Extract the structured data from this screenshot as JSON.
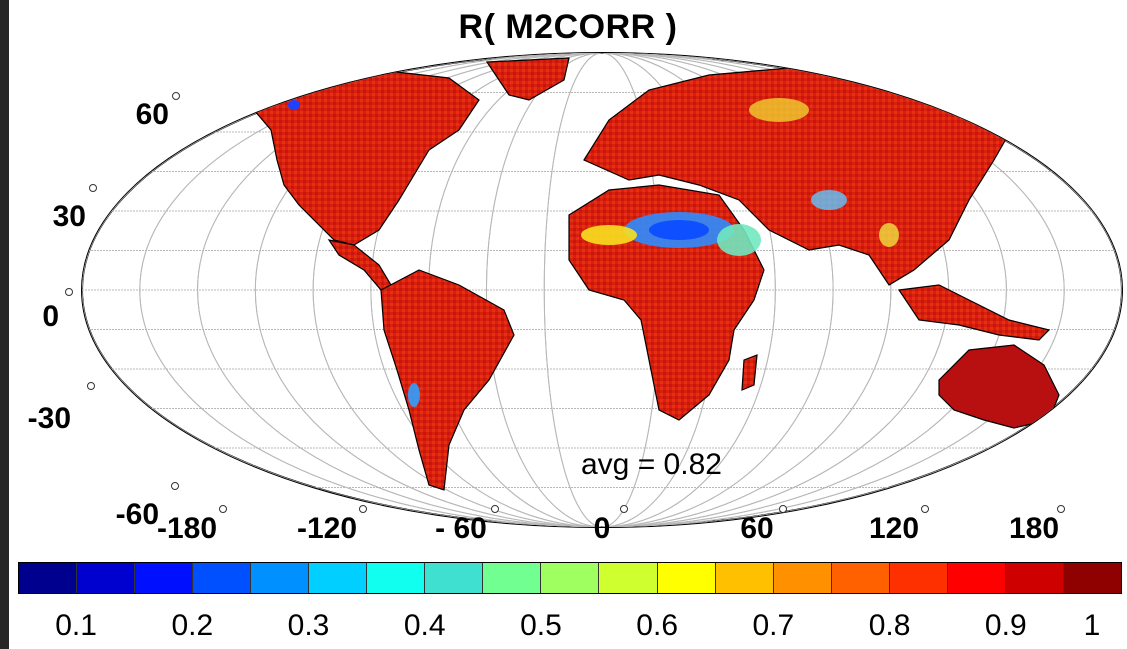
{
  "title": "R( M2CORR )",
  "annotation": "avg = 0.82",
  "latitude_labels": [
    "60",
    "30",
    "0",
    "-30",
    "-60"
  ],
  "longitude_labels": [
    "-180",
    "-120",
    "- 60",
    "0",
    "60",
    "120",
    "180"
  ],
  "colorbar": {
    "min": 0.05,
    "max": 1.0,
    "tick_labels": [
      "0.1",
      "0.2",
      "0.3",
      "0.4",
      "0.5",
      "0.6",
      "0.7",
      "0.8",
      "0.9",
      "1"
    ],
    "colors": [
      "#00008f",
      "#0000cf",
      "#0010ff",
      "#0050ff",
      "#0090ff",
      "#00cfff",
      "#10ffef",
      "#40e0d0",
      "#70ff90",
      "#a0ff60",
      "#d0ff30",
      "#ffff00",
      "#ffc000",
      "#ff9000",
      "#ff6000",
      "#ff3000",
      "#ff0000",
      "#cf0000",
      "#8f0000"
    ]
  },
  "map_colors": {
    "land_dominant": "#d81e0f",
    "land_dark": "#a80c0c",
    "low_values": "#1e78ff",
    "mid_values": "#70e8c0",
    "grid": "#b8b8b8",
    "coast": "#000000"
  }
}
